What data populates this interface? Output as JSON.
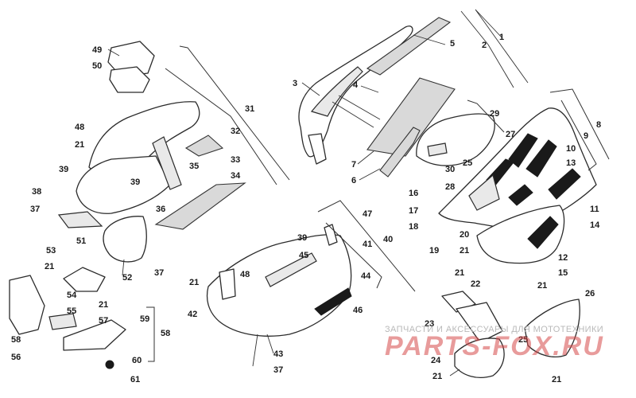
{
  "callouts": {
    "c1": "1",
    "c2": "2",
    "c3": "3",
    "c4": "4",
    "c5": "5",
    "c6": "6",
    "c7": "7",
    "c8": "8",
    "c9": "9",
    "c10": "10",
    "c11": "11",
    "c12": "12",
    "c13": "13",
    "c14": "14",
    "c15": "15",
    "c16": "16",
    "c17": "17",
    "c18": "18",
    "c19": "19",
    "c20": "20",
    "c21a": "21",
    "c21b": "21",
    "c21c": "21",
    "c21d": "21",
    "c21e": "21",
    "c21f": "21",
    "c21g": "21",
    "c21h": "21",
    "c21i": "21",
    "c22": "22",
    "c23": "23",
    "c24": "24",
    "c25a": "25",
    "c25b": "25",
    "c26": "26",
    "c27": "27",
    "c28": "28",
    "c29": "29",
    "c30": "30",
    "c31": "31",
    "c32": "32",
    "c33": "33",
    "c34": "34",
    "c35": "35",
    "c36": "36",
    "c37a": "37",
    "c37b": "37",
    "c37c": "37",
    "c38": "38",
    "c39a": "39",
    "c39b": "39",
    "c39c": "39",
    "c40": "40",
    "c41": "41",
    "c42": "42",
    "c43": "43",
    "c44": "44",
    "c45": "45",
    "c46": "46",
    "c47": "47",
    "c48a": "48",
    "c48b": "48",
    "c49": "49",
    "c50": "50",
    "c51": "51",
    "c52": "52",
    "c53": "53",
    "c54": "54",
    "c55": "55",
    "c56": "56",
    "c57": "57",
    "c58a": "58",
    "c58b": "58",
    "c59": "59",
    "c60": "60",
    "c61": "61"
  },
  "watermark": {
    "tagline": "ЗАПЧАСТИ И АКСЕССУАРЫ ДЛЯ МОТОТЕХНИКИ",
    "logo": "PARTS-FOX.RU"
  },
  "colors": {
    "line": "#2b2b2b",
    "watermark_red": "#d64848",
    "watermark_grey": "#b9b9b9"
  }
}
